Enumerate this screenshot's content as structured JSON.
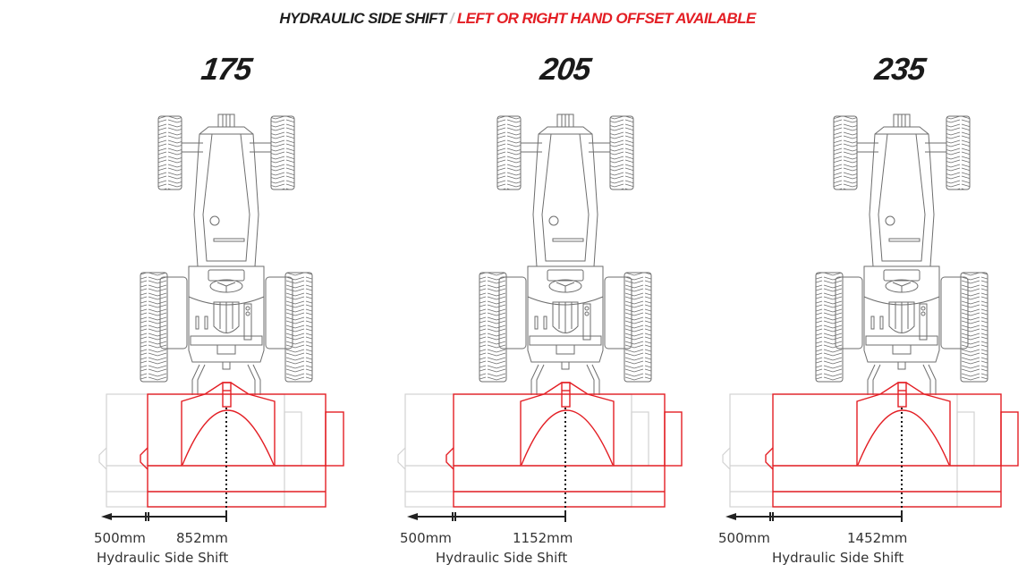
{
  "header": {
    "title_main": "HYDRAULIC SIDE SHIFT",
    "separator": "/",
    "title_accent": "LEFT OR RIGHT HAND OFFSET AVAILABLE"
  },
  "colors": {
    "accent": "#e31e24",
    "text": "#1e1e1e",
    "outline": "#6e6e6e",
    "ghost": "#d2d2d2"
  },
  "models": [
    {
      "name": "175",
      "offset_left": "500mm",
      "offset_right": "852mm",
      "caption": "Hydraulic Side Shift"
    },
    {
      "name": "205",
      "offset_left": "500mm",
      "offset_right": "1152mm",
      "caption": "Hydraulic Side Shift"
    },
    {
      "name": "235",
      "offset_left": "500mm",
      "offset_right": "1452mm",
      "caption": "Hydraulic Side Shift"
    }
  ]
}
